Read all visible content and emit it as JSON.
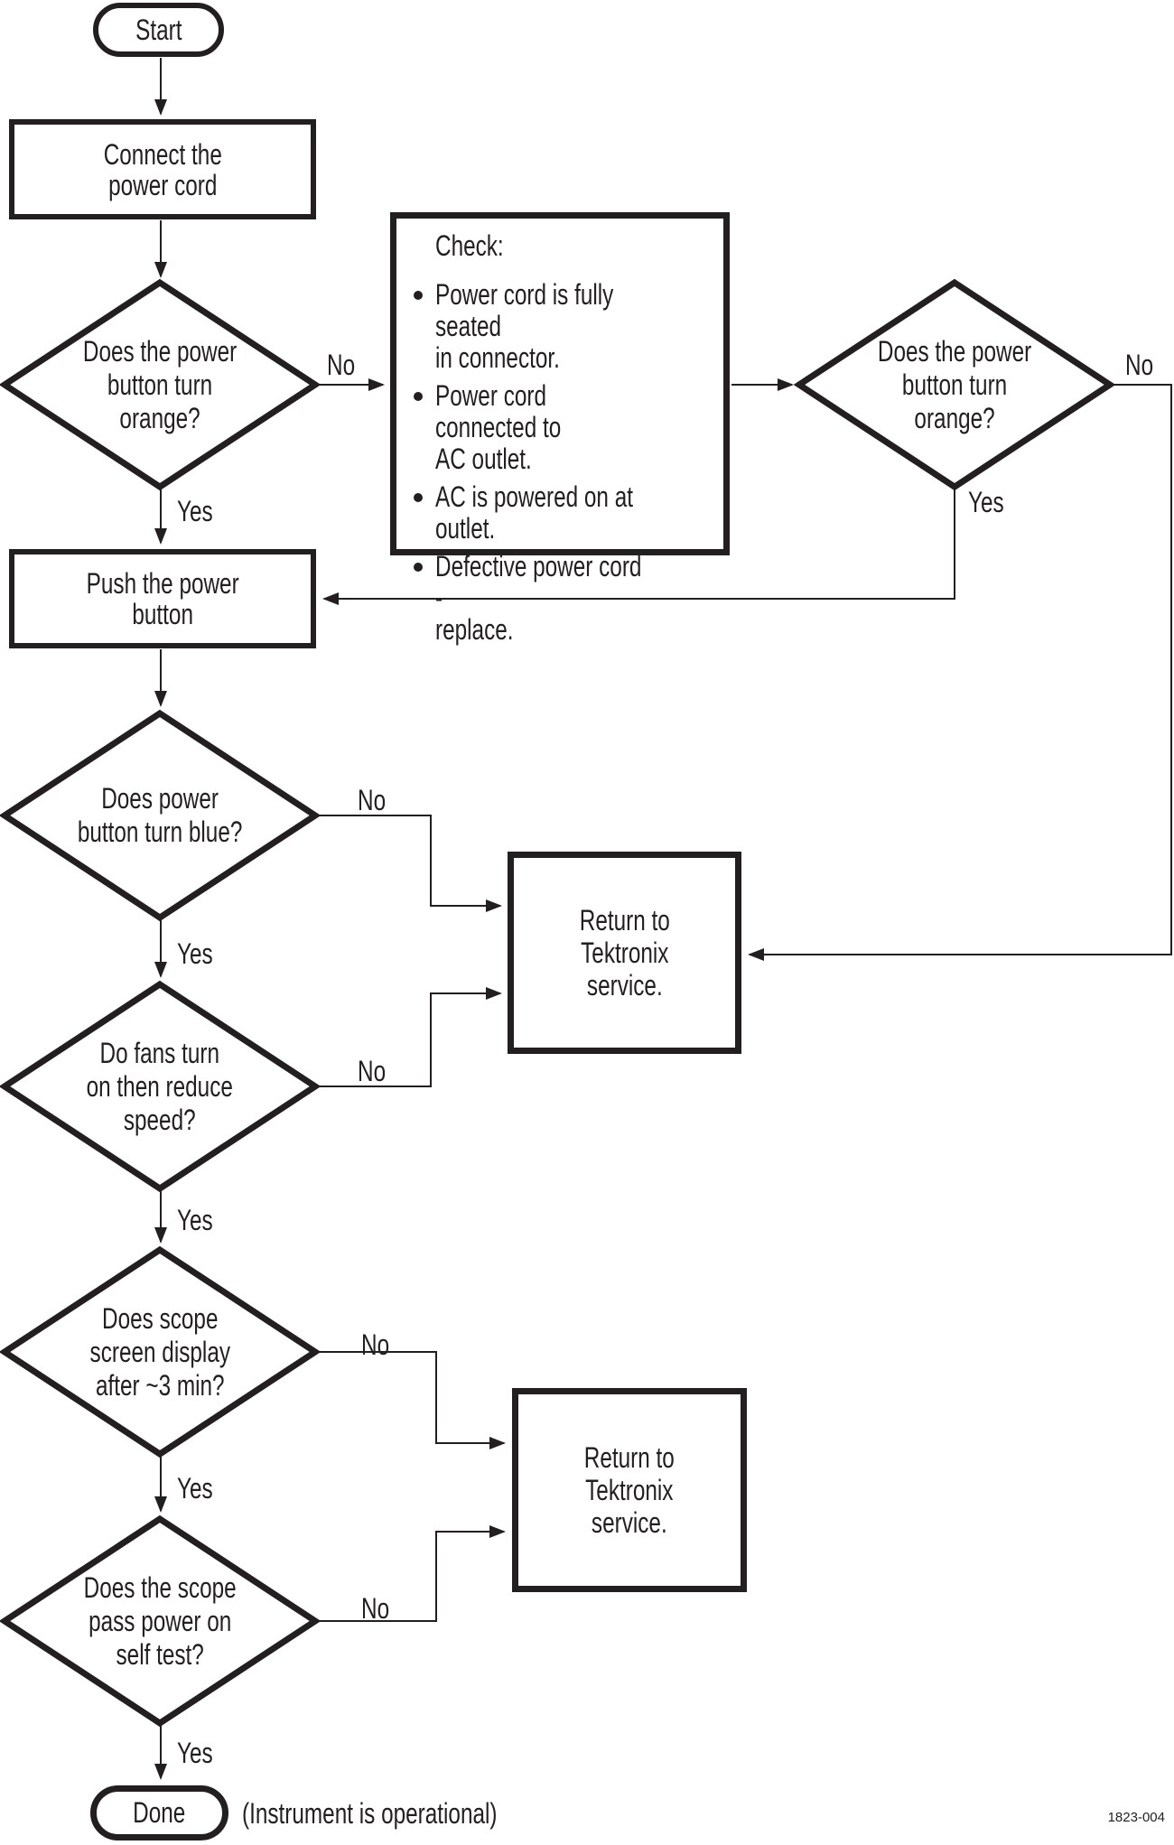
{
  "colors": {
    "ink": "#231f20",
    "paper": "#ffffff"
  },
  "labels": {
    "yes": "Yes",
    "no": "No"
  },
  "nodes": {
    "start": "Start",
    "connect_power": "Connect the\npower cord",
    "power_orange_1": "Does the power\nbutton turn\norange?",
    "power_orange_2": "Does the power\nbutton turn\norange?",
    "push_power": "Push the power\nbutton",
    "power_blue": "Does power\nbutton turn blue?",
    "fans": "Do fans turn\non then reduce\nspeed?",
    "screen_display": "Does scope\nscreen display\nafter ~3 min?",
    "self_test": "Does the scope\npass power on\nself test?",
    "return_service_1": "Return to\nTektronix\nservice.",
    "return_service_2": "Return to\nTektronix\nservice.",
    "done": "Done",
    "done_note": "(Instrument is operational)"
  },
  "check_box": {
    "title": "Check:",
    "items": [
      "Power cord is fully seated\nin connector.",
      "Power cord connected to\nAC outlet.",
      "AC is powered on at\noutlet.",
      "Defective power cord -\nreplace."
    ]
  },
  "figure_number": "1823-004"
}
